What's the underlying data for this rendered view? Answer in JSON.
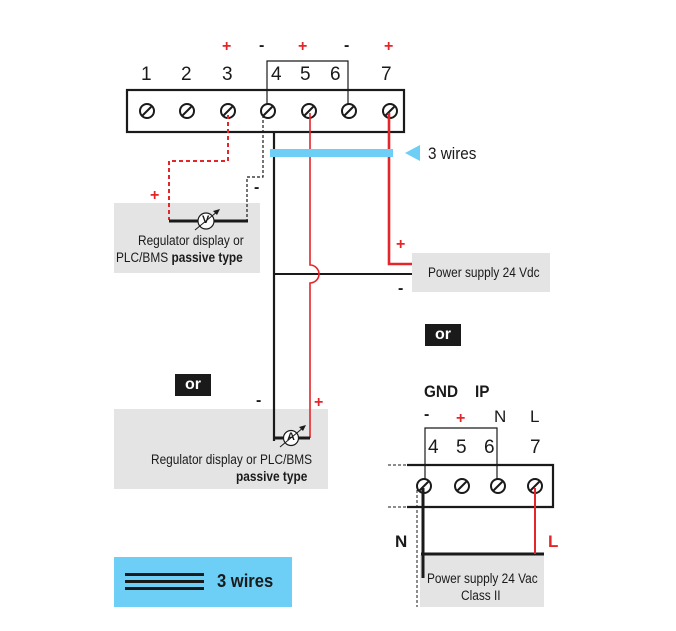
{
  "diagram": {
    "top_terminal_block": {
      "terminals": [
        "1",
        "2",
        "3",
        "4",
        "5",
        "6",
        "7"
      ],
      "polarity": [
        {
          "terminal": "3",
          "sign": "+"
        },
        {
          "terminal": "4",
          "sign": "-"
        },
        {
          "terminal": "5",
          "sign": "+"
        },
        {
          "terminal": "6",
          "sign": "-"
        },
        {
          "terminal": "7",
          "sign": "+"
        }
      ],
      "bridged_terminals": [
        "4",
        "6"
      ]
    },
    "three_wires_marker": "3 wires",
    "voltmeter_device": {
      "line1": "Regulator display or",
      "line2_normal": "PLC/BMS ",
      "line2_bold": "passive type",
      "meter_symbol": "V",
      "plus": "+",
      "minus": "-"
    },
    "dc_supply": {
      "label": "Power supply 24 Vdc",
      "plus": "+",
      "minus": "-"
    },
    "or_label_right": "or",
    "or_label_left": "or",
    "ammeter_device": {
      "line1": "Regulator display or PLC/BMS",
      "line2": "passive type",
      "meter_symbol": "A",
      "plus": "+",
      "minus": "-"
    },
    "bottom_terminal_block": {
      "group_labels": [
        "GND",
        "IP"
      ],
      "polarity": [
        "-",
        "+",
        "N",
        "L"
      ],
      "terminals": [
        "4",
        "5",
        "6",
        "7"
      ],
      "wire_labels": {
        "neutral": "N",
        "line": "L"
      }
    },
    "ac_supply": {
      "line1": "Power supply 24 Vac",
      "line2": "Class II"
    },
    "legend": {
      "label": "3 wires"
    },
    "colors": {
      "red_wire": "#e4262b",
      "black_wire": "#1a1a1a",
      "cable_blue": "#6dcff6",
      "device_box": "#e4e4e4"
    }
  }
}
